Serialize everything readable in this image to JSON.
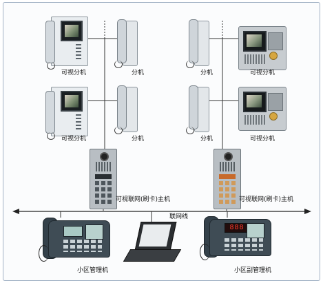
{
  "labels": {
    "video_unit": "可视分机",
    "handset_unit": "分机",
    "main_unit": "可视联网(刷卡)主机",
    "network_line": "联网线",
    "area_manager": "小区管理机",
    "area_sub_manager": "小区副管理机"
  },
  "console_right_display": "888"
}
